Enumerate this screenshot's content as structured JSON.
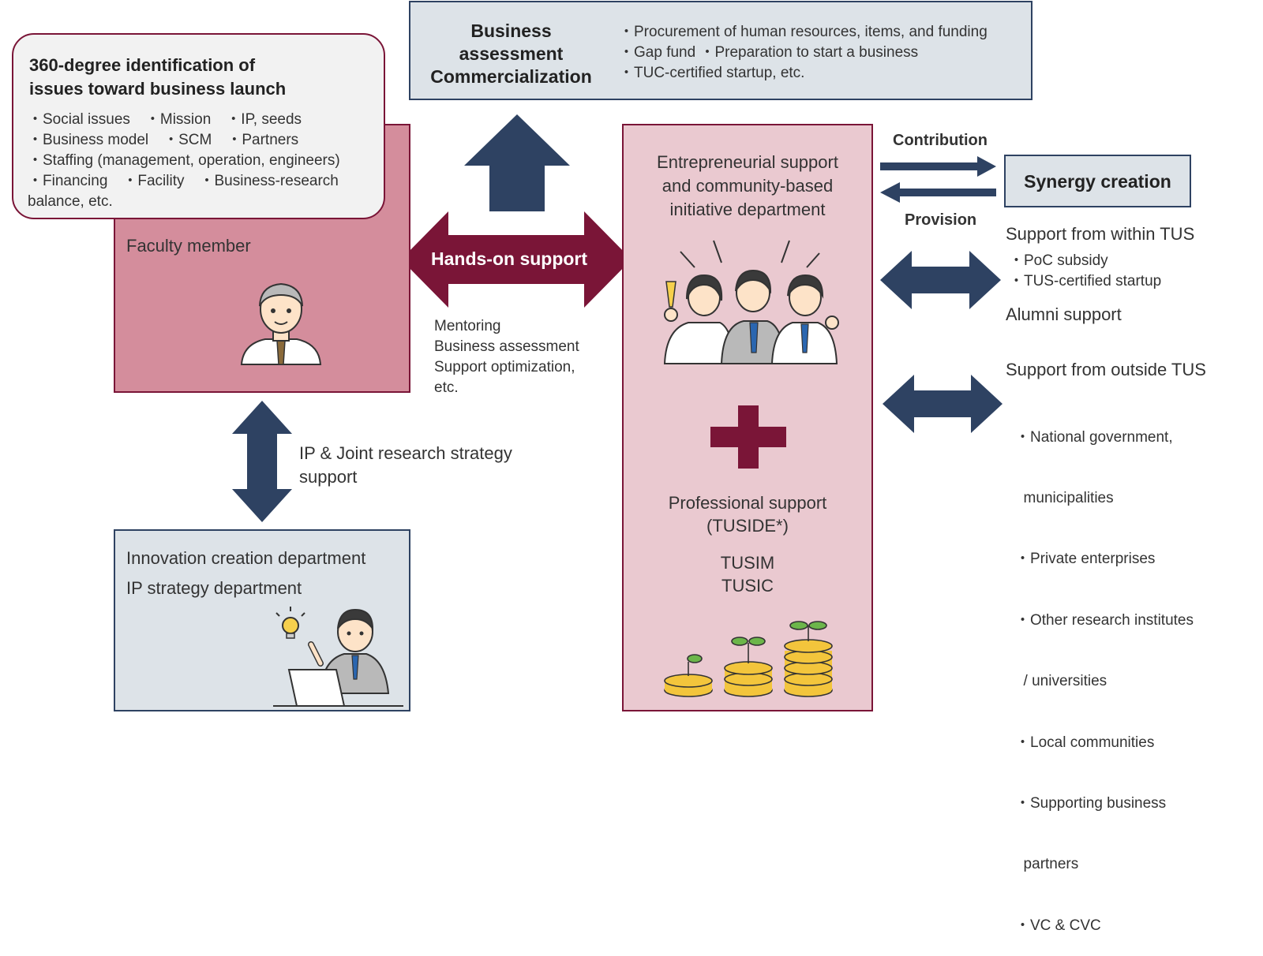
{
  "colors": {
    "navy_arrow": "#2e4262",
    "maroon": "#7a1537",
    "faculty_fill": "#d48d9c",
    "center_fill": "#eac9d0",
    "gray_box": "#dde3e8",
    "border": "#2e4262"
  },
  "issues_box": {
    "title_lines": [
      "360-degree identification of",
      "issues toward business launch"
    ],
    "items": [
      "・Social issues　・Mission　・IP, seeds",
      "・Business model　・SCM　・Partners",
      "・Staffing (management, operation, engineers)",
      "・Financing　・Facility　・Business-research",
      "balance, etc."
    ]
  },
  "assessment_box": {
    "title_lines": [
      "Business",
      "assessment",
      "Commercialization"
    ],
    "items": [
      "・Procurement of human resources, items, and funding",
      "・Gap fund ・Preparation to start a business",
      "・TUC-certified startup, etc."
    ]
  },
  "faculty_box": {
    "label": "Faculty member"
  },
  "hands_on": {
    "label": "Hands-on support",
    "items": [
      "Mentoring",
      "Business assessment",
      "Support optimization,",
      "etc."
    ]
  },
  "ip_arrow": {
    "label_lines": [
      "IP & Joint research strategy",
      "support"
    ]
  },
  "innovation_box": {
    "lines": [
      "Innovation creation department",
      "IP strategy department"
    ]
  },
  "center_box": {
    "title_lines": [
      "Entrepreneurial support",
      "and community-based",
      "initiative department"
    ],
    "professional_lines": [
      "Professional support",
      "(TUSIDE*)"
    ],
    "org_lines": [
      "TUSIM",
      "TUSIC"
    ]
  },
  "synergy": {
    "contribution_label": "Contribution",
    "provision_label": "Provision",
    "box_label": "Synergy creation"
  },
  "within_tus": {
    "title": "Support from within TUS",
    "items": [
      "・PoC subsidy",
      "・TUS-certified startup"
    ],
    "alumni": "Alumni support"
  },
  "outside_tus": {
    "title": "Support from outside TUS",
    "items": [
      "・National government,",
      "  municipalities",
      "・Private enterprises",
      "・Other research institutes",
      "  / universities",
      "・Local communities",
      "・Supporting business",
      "  partners",
      "・VC & CVC"
    ]
  }
}
